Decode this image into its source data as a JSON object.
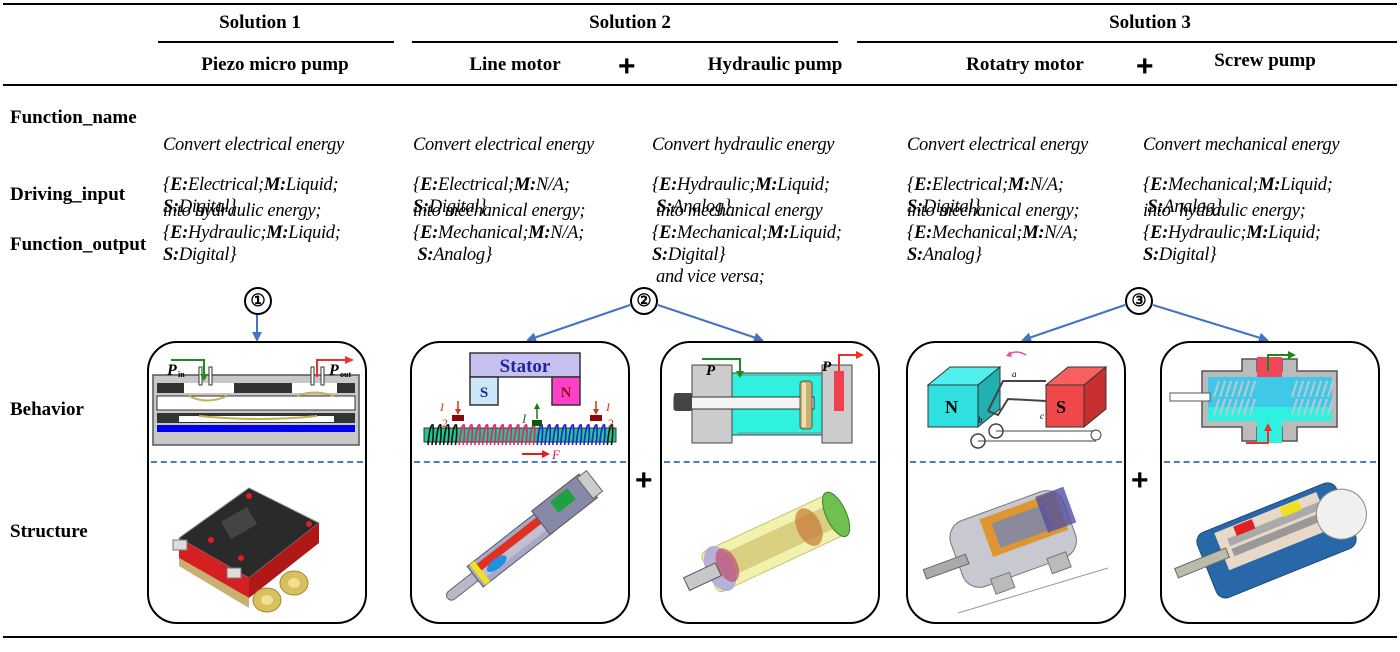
{
  "header": {
    "solutions": [
      "Solution 1",
      "Solution 2",
      "Solution 3"
    ],
    "components": [
      "Piezo micro pump",
      "Line motor",
      "Hydraulic pump",
      "Rotatry motor",
      "Screw pump"
    ],
    "plus_sign": "+"
  },
  "row_labels": {
    "function_name": "Function_name",
    "driving_input": "Driving_input",
    "function_output": "Function_output",
    "behavior": "Behavior",
    "structure": "Structure"
  },
  "function_names": [
    [
      "Convert electrical energy",
      "into hydraulic energy;"
    ],
    [
      "Convert electrical energy",
      "into mechanical energy;"
    ],
    [
      "Convert hydraulic energy",
      "into mechanical energy",
      "and vice versa;"
    ],
    [
      "Convert electrical energy",
      "into mechanical energy;"
    ],
    [
      "Convert mechanical energy",
      "into  hydraulic energy;"
    ]
  ],
  "driving_inputs": [
    {
      "E": "Electrical",
      "M": "Liquid",
      "S": "Digital"
    },
    {
      "E": "Electrical",
      "M": "N/A",
      "S": "Digital"
    },
    {
      "E": "Hydraulic",
      "M": "Liquid",
      "S": "Analog"
    },
    {
      "E": "Electrical",
      "M": "N/A",
      "S": "Digital"
    },
    {
      "E": "Mechanical",
      "M": "Liquid",
      "S": "Analog"
    }
  ],
  "function_outputs": [
    {
      "E": "Hydraulic",
      "M": "Liquid",
      "S": "Digital"
    },
    {
      "E": "Mechanical",
      "M": "N/A",
      "S": "Analog"
    },
    {
      "E": "Mechanical",
      "M": "Liquid",
      "S": "Digital"
    },
    {
      "E": "Mechanical",
      "M": "N/A",
      "S": "Analog"
    },
    {
      "E": "Hydraulic",
      "M": "Liquid",
      "S": "Digital"
    }
  ],
  "solution_markers": [
    "①",
    "②",
    "③"
  ],
  "behavior_labels": {
    "piezo_in": "P",
    "piezo_in_sub": "in",
    "piezo_out": "P",
    "piezo_out_sub": "out",
    "stator": "Stator",
    "pole_s": "S",
    "pole_n": "N",
    "current": "I",
    "current_sub": "a",
    "half_denominator": "2",
    "force": "F",
    "hyd_in": "P",
    "hyd_out": "P",
    "rot_n": "N",
    "rot_s": "S",
    "rot_a": "a",
    "rot_b": "b",
    "rot_c": "c"
  },
  "colors": {
    "arrow_blue": "#4472c4",
    "dash_blue": "#4a7cc8",
    "cyan": "#2ee8d8",
    "red": "#f04848",
    "green": "#1a8a1a",
    "stator_purple": "#c8c0f0",
    "pink": "#ff40c8"
  }
}
